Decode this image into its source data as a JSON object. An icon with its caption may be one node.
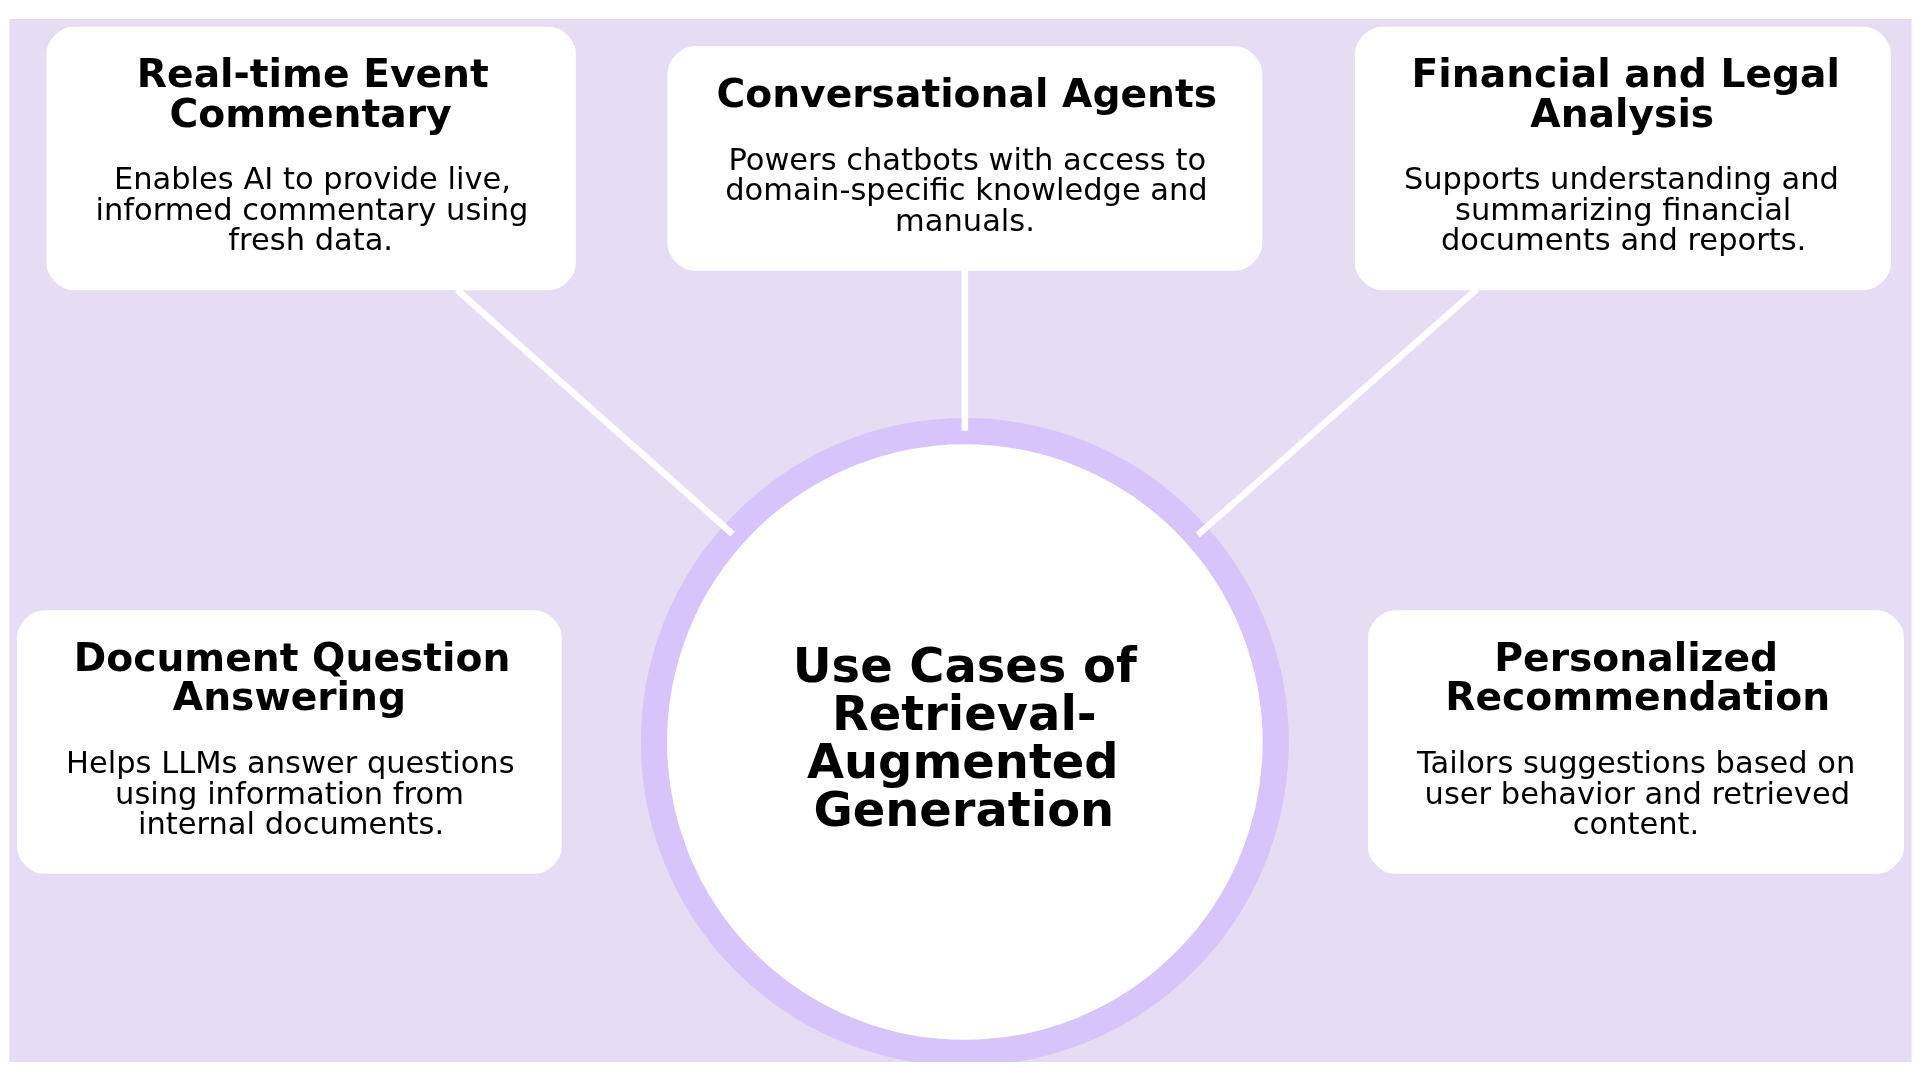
{
  "diagram": {
    "nodes": [
      {
        "text": [
          "Real-time Event Commentary",
          "Enables AI to provide live, informed commentary using fresh data."
        ]
      },
      {
        "text": [
          "Conversational Agents",
          "Powers chatbots with access to domain-specific knowledge and manuals."
        ]
      },
      {
        "text": [
          "Financial and Legal Analysis",
          "Supports understanding and summarizing financial documents and reports."
        ]
      },
      {
        "text": [
          "Document Question Answering",
          "Helps LLMs answer questions using information from internal documents."
        ]
      },
      {
        "text": [
          "Personalized Recommendation",
          "Tailors suggestions based on user behavior and retrieved content."
        ]
      },
      {
        "text": [
          "Use Cases of Retrieval-Augmented Generation"
        ]
      }
    ],
    "edges": [
      {
        "from": 5,
        "to": 1,
        "arrow": "none"
      },
      {
        "from": 5,
        "to": 0,
        "arrow": "none"
      },
      {
        "from": 5,
        "to": 2,
        "arrow": "none"
      }
    ]
  }
}
